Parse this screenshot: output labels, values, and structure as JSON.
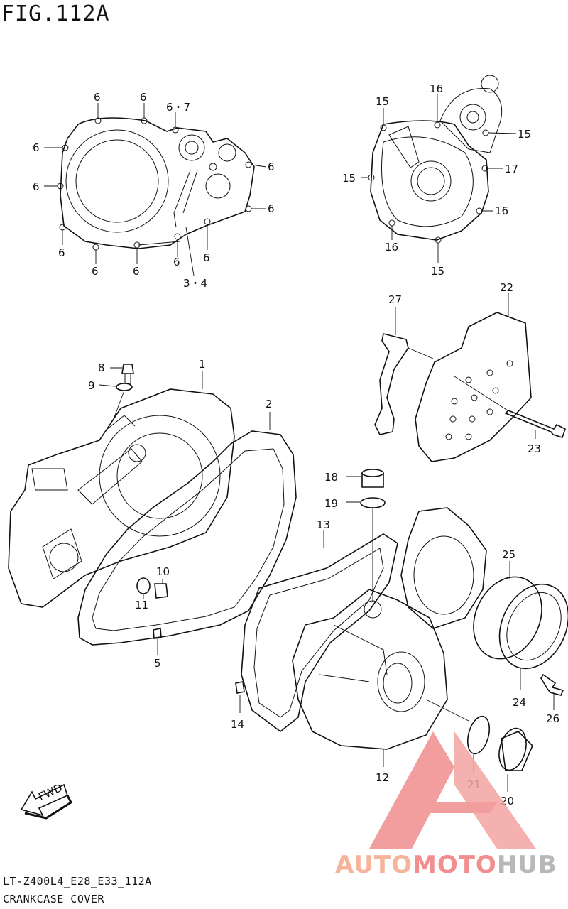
{
  "figure": {
    "title": "FIG.112A"
  },
  "footer": {
    "code": "LT-Z400L4_E28_E33_112A",
    "name": "CRANKCASE COVER"
  },
  "fwd_label": "FWD",
  "watermark": {
    "part1": "AUTO",
    "part2": "MOTO",
    "part3": "HUB",
    "color_warm": "#f6b49b",
    "color_red": "#f28e8e",
    "color_gray": "#b8b8b8"
  },
  "callouts": {
    "c6": "6",
    "c67": "6・7",
    "c34": "3・4",
    "c15": "15",
    "c16": "16",
    "c17": "17",
    "c1": "1",
    "c2": "2",
    "c5": "5",
    "c8": "8",
    "c9": "9",
    "c10": "10",
    "c11": "11",
    "c12": "12",
    "c13": "13",
    "c14": "14",
    "c18": "18",
    "c19": "19",
    "c20": "20",
    "c21": "21",
    "c22": "22",
    "c23": "23",
    "c24": "24",
    "c25": "25",
    "c26": "26",
    "c27": "27"
  }
}
